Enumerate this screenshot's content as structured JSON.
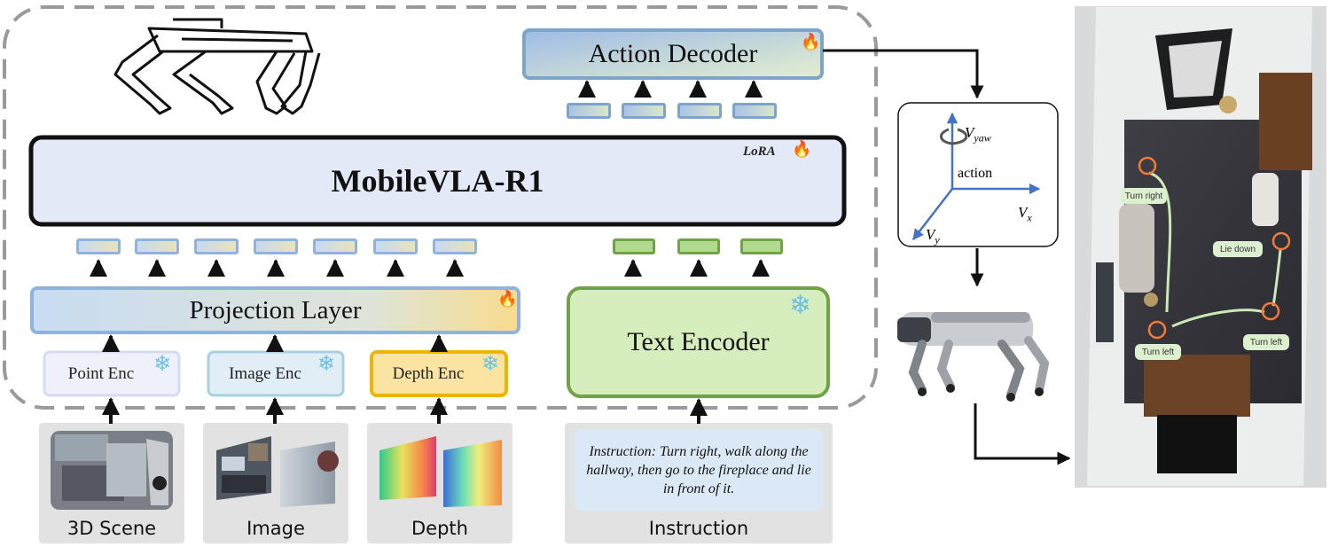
{
  "title": "MobileVLA-R1",
  "lora_label": "LoRA",
  "action_decoder": "Action Decoder",
  "projection_layer": "Projection Layer",
  "text_encoder": "Text Encoder",
  "encoders": {
    "point": "Point Enc",
    "image": "Image Enc",
    "depth": "Depth Enc"
  },
  "inputs": {
    "scene": "3D Scene",
    "image": "Image",
    "depth": "Depth",
    "instruction": "Instruction"
  },
  "instruction_text": "Instruction: Turn right, walk along the hallway, then go to the fireplace and lie in front of it.",
  "axes": {
    "yaw_base": "V",
    "yaw_sub": "yaw",
    "x_base": "V",
    "x_sub": "x",
    "y_base": "V",
    "y_sub": "y",
    "action": "action"
  },
  "map_labels": {
    "turn_right": "Turn right",
    "lie_down": "Lie down",
    "turn_left_1": "Turn left",
    "turn_left_2": "Turn left"
  },
  "icons": {
    "trainable": "fire-icon",
    "frozen": "snowflake-icon"
  },
  "colors": {
    "frame_dash": "#9a9a9a",
    "vision_blue": "#8fb3de",
    "text_green": "#6fa345",
    "depth_gold": "#f0b400",
    "panel_grey": "#e2e2e2"
  }
}
